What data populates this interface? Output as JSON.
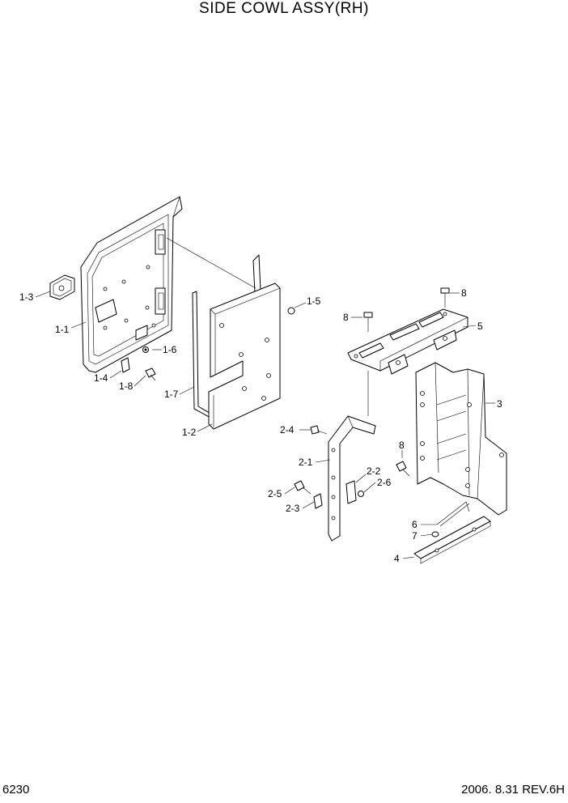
{
  "title": "SIDE COWL ASSY(RH)",
  "footer": {
    "page_number": "6230",
    "date_revision": "2006. 8.31  REV.6H"
  },
  "callouts": {
    "c1_3": "1-3",
    "c1_1": "1-1",
    "c1_6": "1-6",
    "c1_4": "1-4",
    "c1_8": "1-8",
    "c1_7": "1-7",
    "c1_2": "1-2",
    "c1_5": "1-5",
    "c8a": "8",
    "c8b": "8",
    "c5": "5",
    "c3": "3",
    "c2_4": "2-4",
    "c2_1": "2-1",
    "c2_2": "2-2",
    "c2_6": "2-6",
    "c2_5": "2-5",
    "c2_3": "2-3",
    "c8c": "8",
    "c6": "6",
    "c7": "7",
    "c4": "4"
  }
}
